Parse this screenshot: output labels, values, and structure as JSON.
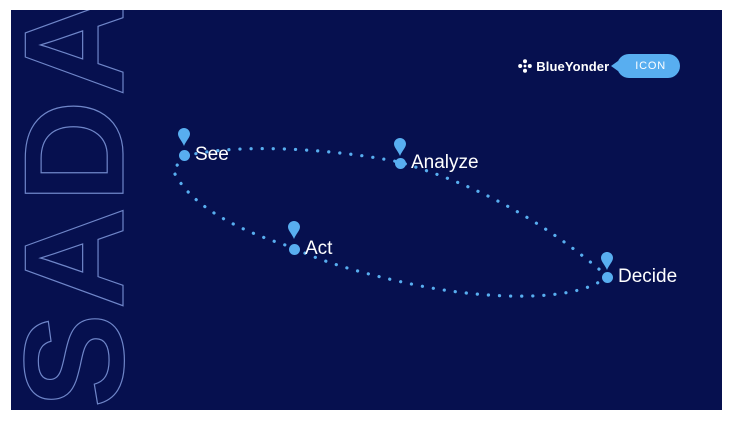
{
  "background_color": "#06104f",
  "accent_color": "#58aef0",
  "side_word": "SADA",
  "brand": {
    "name": "BlueYonder",
    "badge": "ICON",
    "logo_icon": "sparkle-cross-icon"
  },
  "stages": [
    {
      "id": "see",
      "label": "See"
    },
    {
      "id": "analyze",
      "label": "Analyze"
    },
    {
      "id": "decide",
      "label": "Decide"
    },
    {
      "id": "act",
      "label": "Act"
    }
  ]
}
